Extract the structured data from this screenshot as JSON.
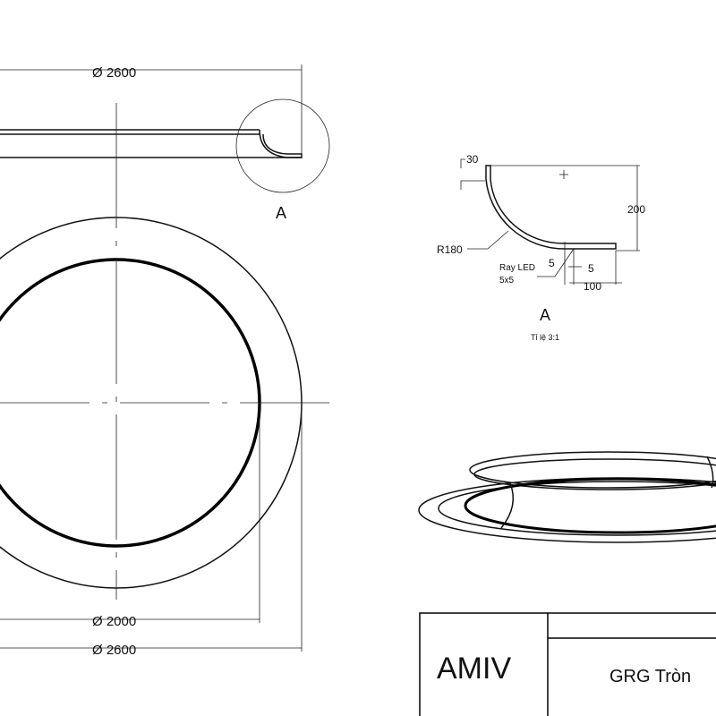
{
  "top_view": {
    "dim_top": "Ø 2600",
    "detail_label": "A"
  },
  "plan_view": {
    "dim_inner": "Ø 2000",
    "dim_outer": "Ø 2600"
  },
  "detail": {
    "dim_30": "30",
    "dim_200": "200",
    "radius": "R180",
    "led_label_1": "Ray LED",
    "led_label_2": "5x5",
    "dim_5a": "5",
    "dim_5b": "5",
    "dim_100": "100",
    "title": "A",
    "scale": "Tỉ lệ 3:1"
  },
  "title_block": {
    "company": "AMIV",
    "product": "GRG Tròn"
  }
}
